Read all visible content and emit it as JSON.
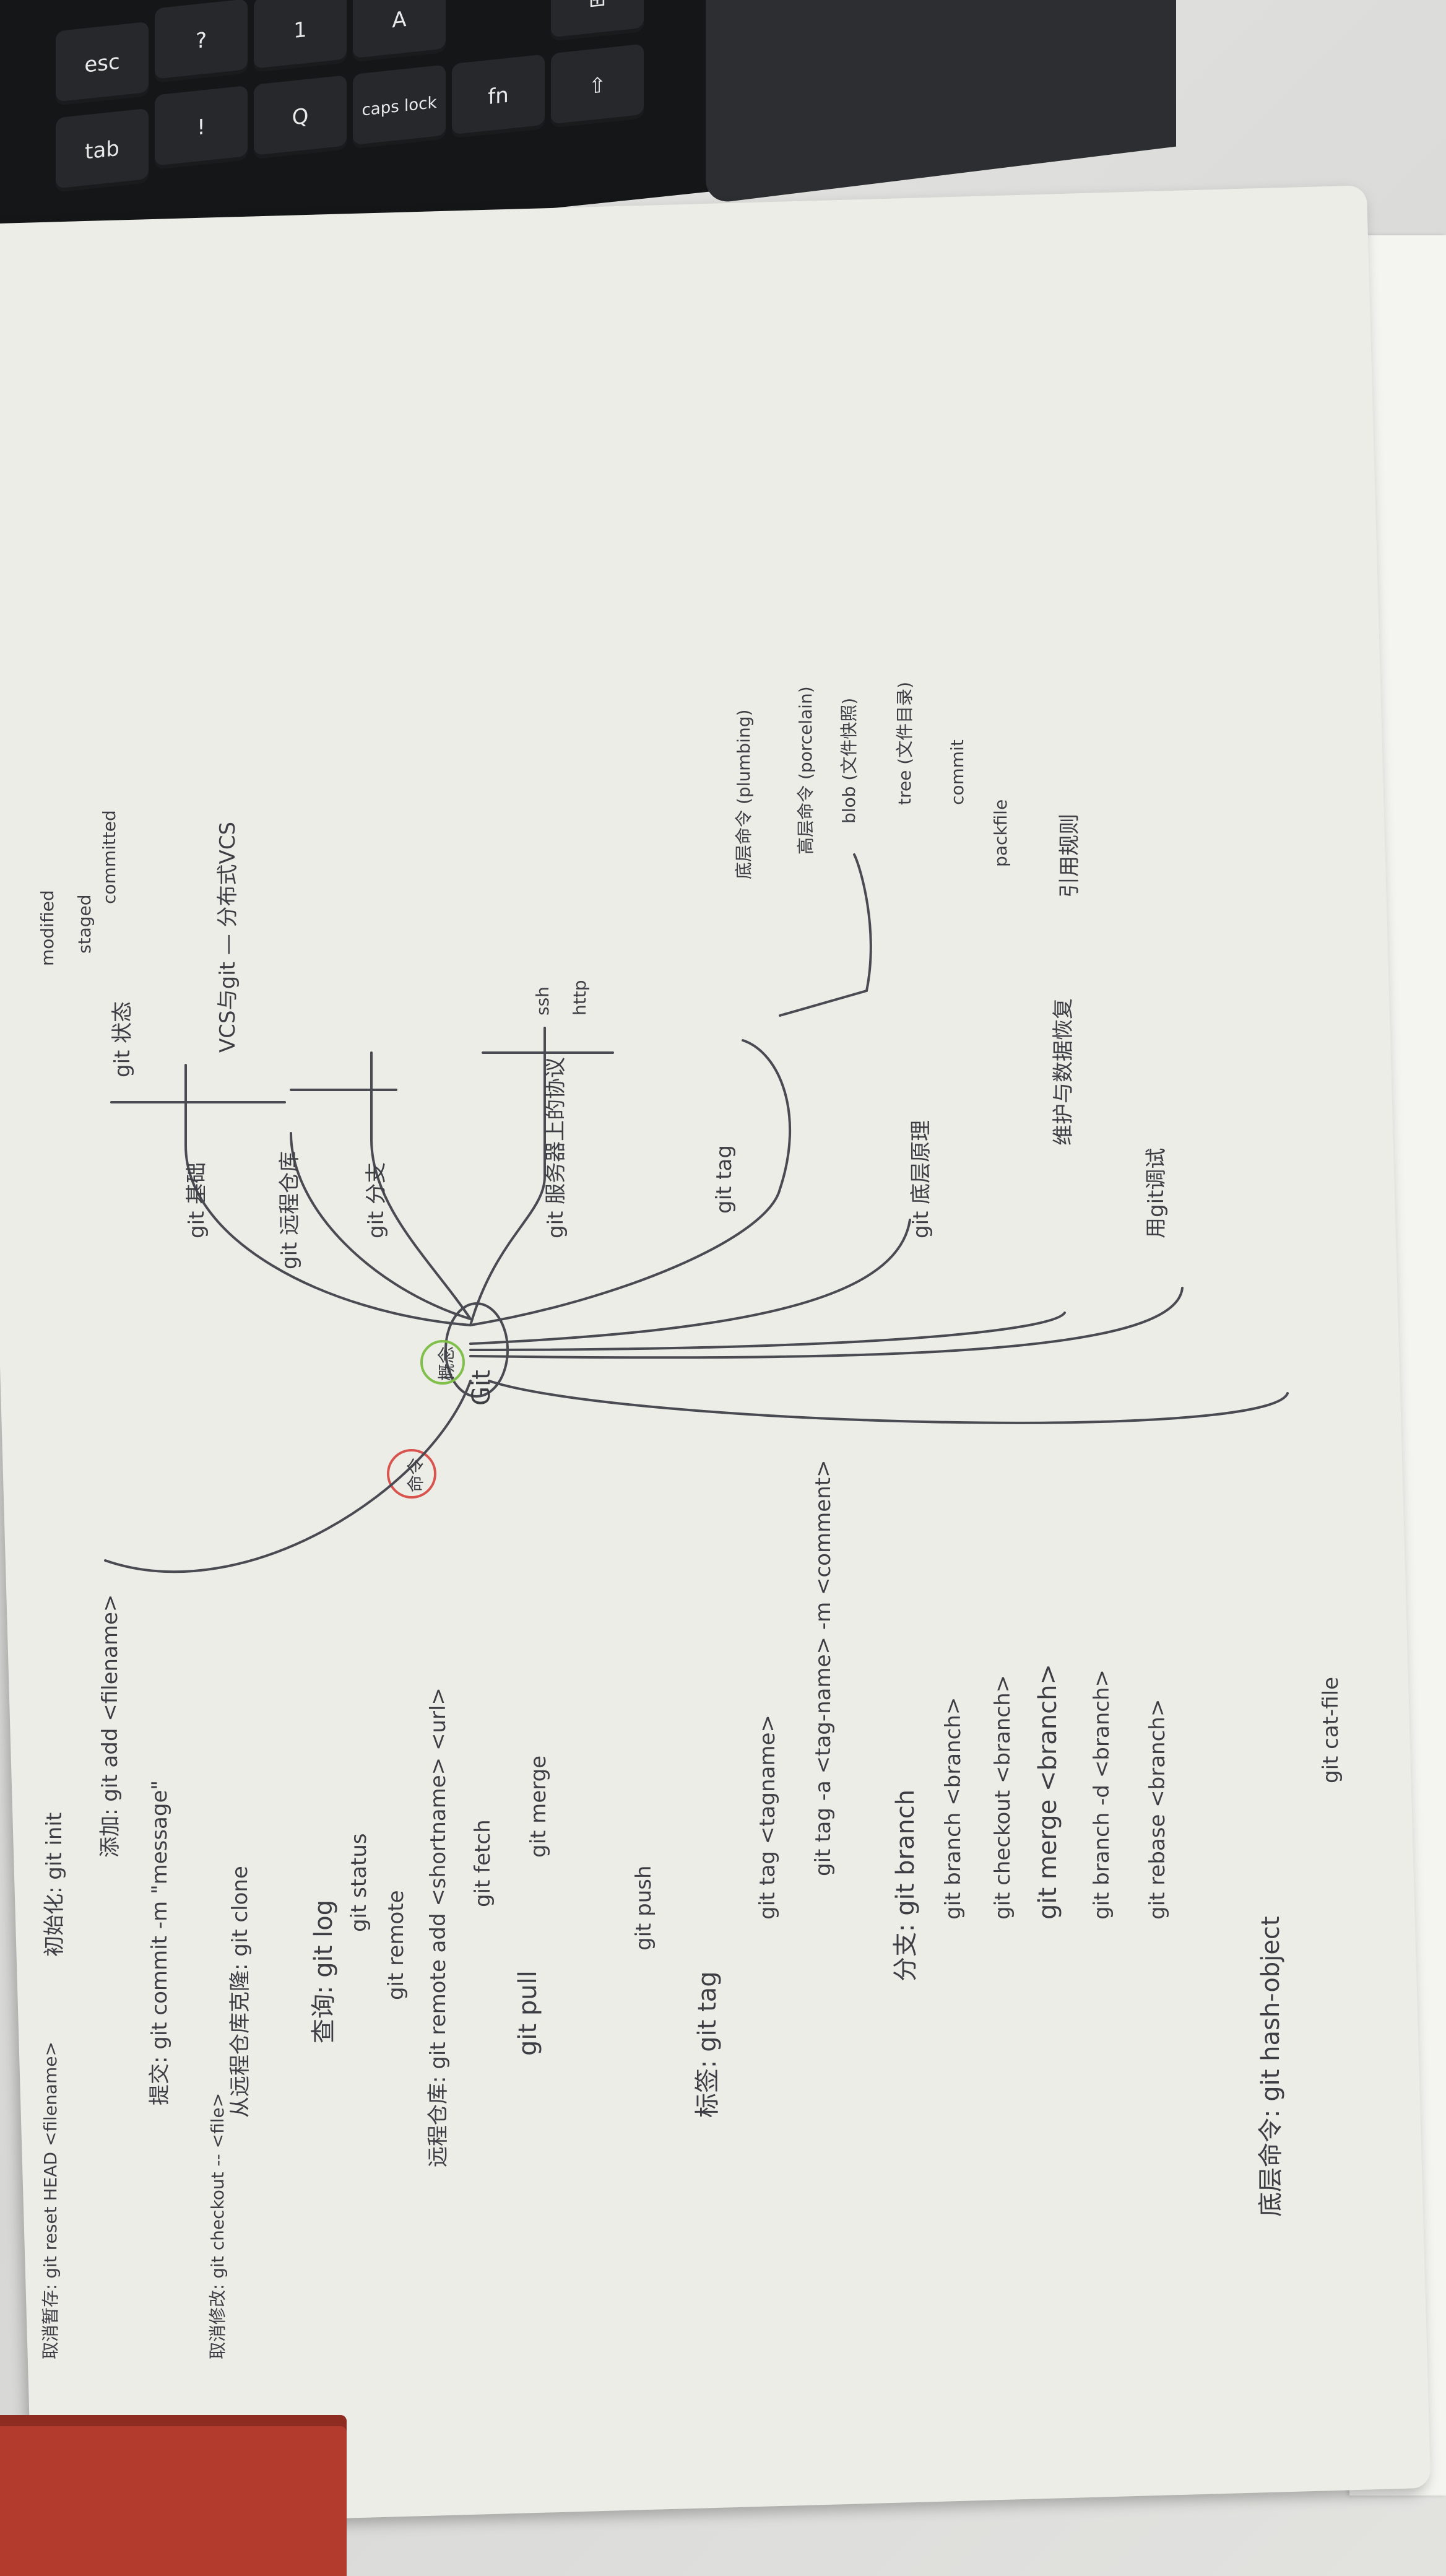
{
  "keyboard": {
    "keys": [
      {
        "label": "esc"
      },
      {
        "label": "?"
      },
      {
        "label": "!"
      },
      {
        "label": "1"
      },
      {
        "label": "Q"
      },
      {
        "label": "A"
      },
      {
        "label": "tab"
      },
      {
        "label": "caps lock"
      },
      {
        "label": "fn"
      },
      {
        "label": "⇧"
      }
    ]
  },
  "notes": {
    "center_label": "Git",
    "center_sub_left": "命令",
    "center_sub_right": "概念",
    "left_cmds": [
      "取消暂存: git reset HEAD <filename>",
      "取消修改: git checkout -- <file>",
      "初始化: git init",
      "添加: git add <filename>",
      "提交: git commit -m \"message\"",
      "从远程仓库克隆: git clone",
      "查询: git log",
      "git status",
      "git remote",
      "远程仓库: git remote add <shortname> <url>",
      "git fetch",
      "git pull",
      "git merge",
      "git push",
      "标签: git tag",
      "git tag <tagname>",
      "git tag -a <tag-name> -m <comment>",
      "分支: git branch",
      "git branch <branch>",
      "git checkout <branch>",
      "git merge <branch>",
      "git branch -d <branch>",
      "git rebase <branch>",
      "底层命令: git hash-object",
      "git cat-file"
    ],
    "right_concepts": [
      "git 基础",
      "git 状态",
      "modified",
      "staged",
      "committed",
      "VCS与git — 分布式VCS",
      "git 远程仓库",
      "git 分支",
      "git 服务器上的协议",
      "ssh",
      "http",
      "git tag",
      "git 底层原理",
      "底层命令 (plumbing)",
      "高层命令 (porcelain)",
      "blob (文件快照)",
      "tree (文件目录)",
      "commit",
      "packfile",
      "引用规则",
      "维护与数据恢复",
      "用git调试"
    ]
  },
  "colors": {
    "ink": "#3d3d44",
    "paper": "#ecede7",
    "keyboard": "#151618",
    "book": "#b23b2e",
    "highlight_green": "#7fbf4a",
    "highlight_red": "#d9534f"
  }
}
